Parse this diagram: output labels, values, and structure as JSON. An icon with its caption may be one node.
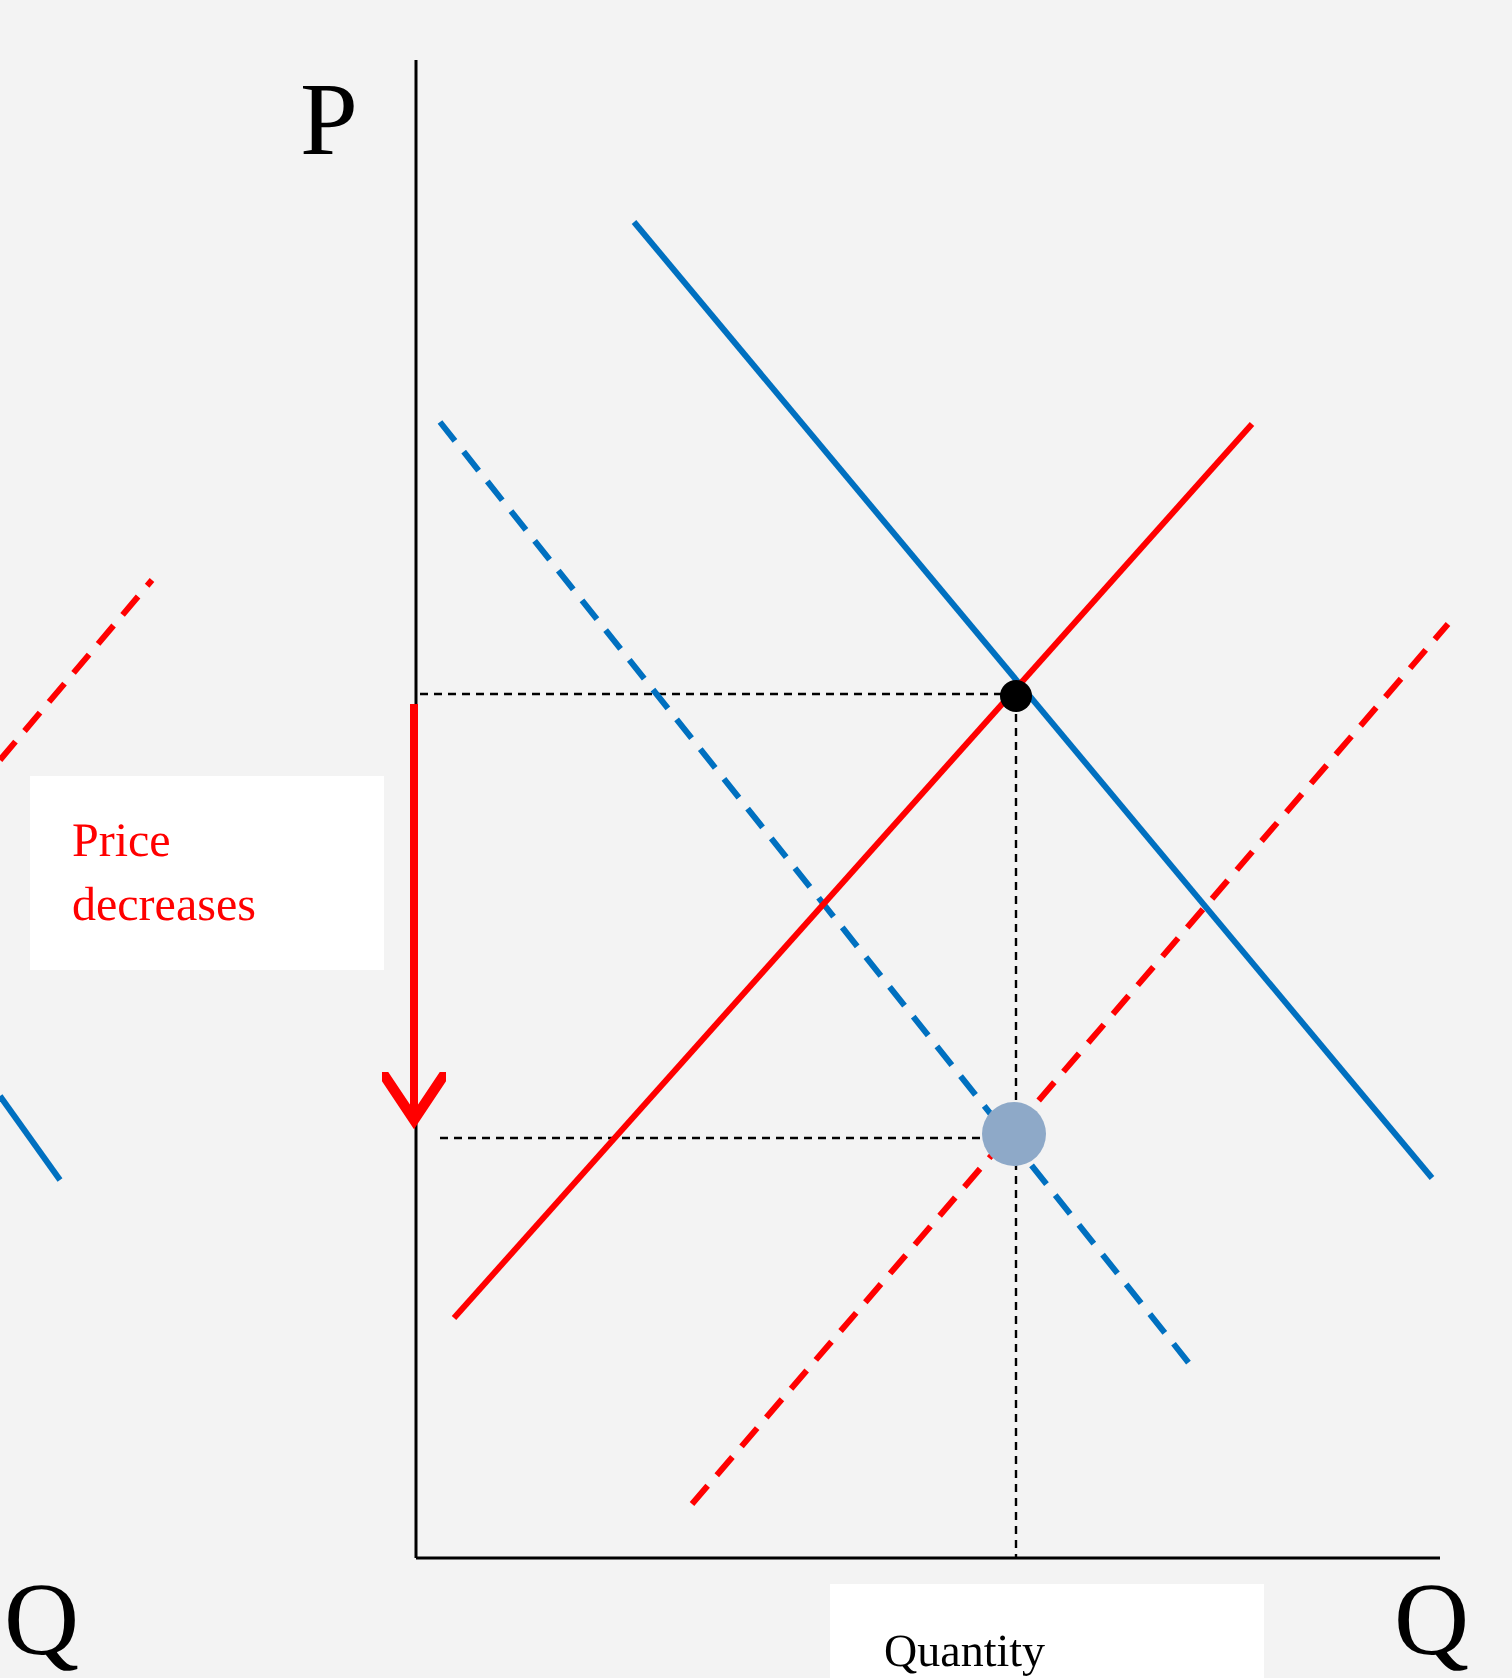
{
  "diagram": {
    "nodes": [
      {
        "text": [
          "Price decreases"
        ]
      },
      {
        "text": [
          "Quantity"
        ]
      }
    ],
    "edges": [],
    "labels": [
      "P",
      "Q",
      "Q"
    ]
  }
}
